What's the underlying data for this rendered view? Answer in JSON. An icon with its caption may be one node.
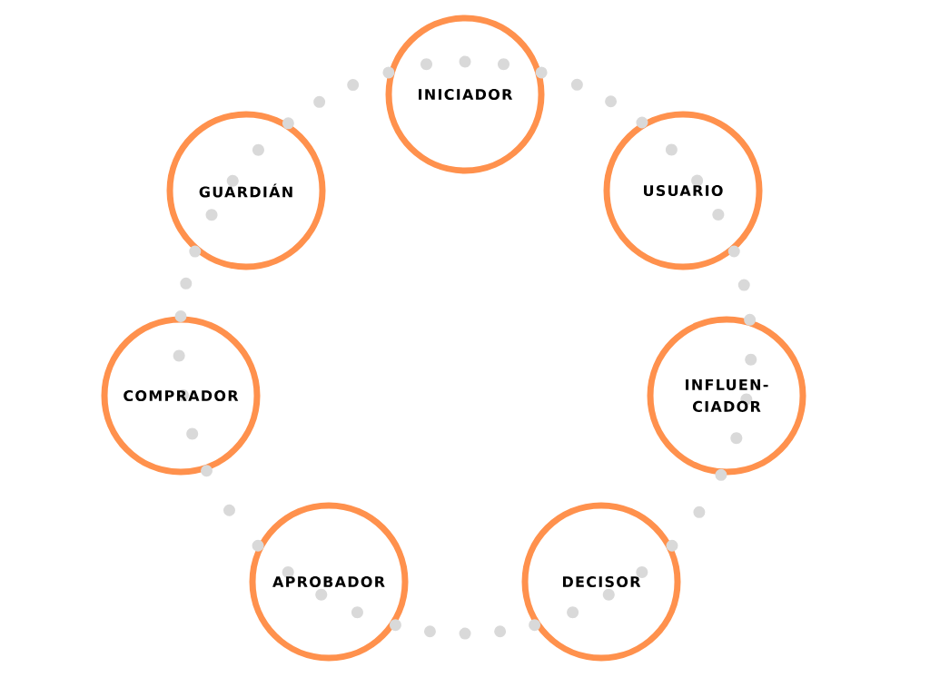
{
  "diagram": {
    "nodes": [
      {
        "text": [
          "INICIADOR"
        ]
      },
      {
        "text": [
          "GUARDIÁN"
        ]
      },
      {
        "text": [
          "USUARIO"
        ]
      },
      {
        "text": [
          "COMPRADOR"
        ]
      },
      {
        "text": [
          "INFLUEN-CIADOR"
        ]
      },
      {
        "text": [
          "APROBADOR"
        ]
      },
      {
        "text": [
          "DECISOR"
        ]
      }
    ],
    "edges": [
      {
        "from": 0,
        "to": 2,
        "arrow": "none",
        "style": "dashed"
      },
      {
        "from": 2,
        "to": 4,
        "arrow": "none",
        "style": "dashed"
      },
      {
        "from": 4,
        "to": 6,
        "arrow": "none",
        "style": "dashed"
      },
      {
        "from": 6,
        "to": 5,
        "arrow": "none",
        "style": "dashed"
      },
      {
        "from": 5,
        "to": 3,
        "arrow": "none",
        "style": "dashed"
      },
      {
        "from": 3,
        "to": 1,
        "arrow": "none",
        "style": "dashed"
      },
      {
        "from": 1,
        "to": 0,
        "arrow": "none",
        "style": "dashed"
      }
    ]
  }
}
